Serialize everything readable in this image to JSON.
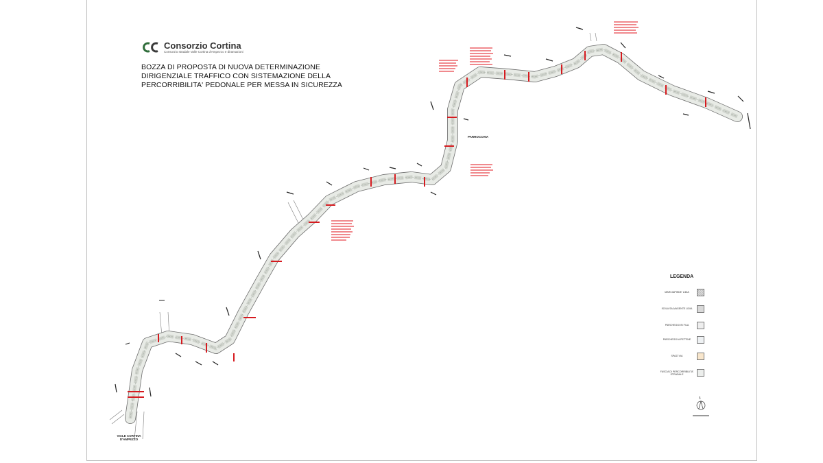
{
  "header": {
    "logo_name": "Consorzio Cortina",
    "logo_subtitle": "Consorzio stradale Valle Cortina d'Ampezzo e diramazioni",
    "title_lines": [
      "BOZZA DI PROPOSTA DI NUOVA DETERMINAZIONE",
      "DIRIGENZIALE TRAFFICO CON SISTEMAZIONE DELLA",
      "PERCORRIBILITA' PEDONALE PER MESSA IN SICUREZZA"
    ]
  },
  "places": {
    "start": "VIALE CORTINA D'AMPEZZO",
    "parrocchia": "PARROCCHIA"
  },
  "legend": {
    "title": "LEGENDA",
    "items": [
      {
        "label": "MARCIAPIEDE' LIDIA",
        "color": "#cfcfcf"
      },
      {
        "label": "ISOLA SALVAGENTE LIDIA",
        "color": "#d9d9d9"
      },
      {
        "label": "PARCHEGGI IN FILA",
        "color": "#eeeeee"
      },
      {
        "label": "PARCHEGGI A PETTINE",
        "color": "#eef1f3"
      },
      {
        "label": "SPAZI VIA",
        "color": "#f8e6cc"
      },
      {
        "label": "FASCIA DI PERCORRIBILITA' STRADALE",
        "color": "#eceeec"
      }
    ]
  },
  "colors": {
    "road": "#e8ebe6",
    "road_edge": "#6d6d6d",
    "annotation": "#e0131b",
    "marker": "#d61a1f"
  }
}
